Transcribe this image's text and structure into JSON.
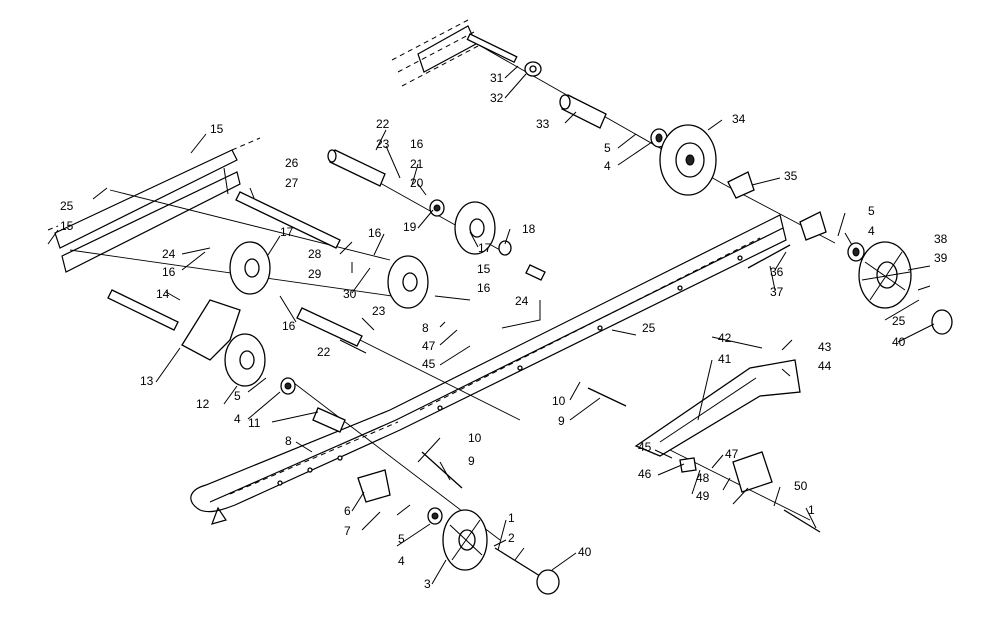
{
  "callouts": [
    {
      "id": "c-31a",
      "label": "31"
    },
    {
      "id": "c-32a",
      "label": "32"
    },
    {
      "id": "c-33",
      "label": "33"
    },
    {
      "id": "c-34",
      "label": "34"
    },
    {
      "id": "c-5a",
      "label": "5"
    },
    {
      "id": "c-4a",
      "label": "4"
    },
    {
      "id": "c-35",
      "label": "35"
    },
    {
      "id": "c-5b",
      "label": "5"
    },
    {
      "id": "c-4b",
      "label": "4"
    },
    {
      "id": "c-38",
      "label": "38"
    },
    {
      "id": "c-39",
      "label": "39"
    },
    {
      "id": "c-36",
      "label": "36"
    },
    {
      "id": "c-37",
      "label": "37"
    },
    {
      "id": "c-25a",
      "label": "25"
    },
    {
      "id": "c-40a",
      "label": "40"
    },
    {
      "id": "c-22a",
      "label": "22"
    },
    {
      "id": "c-23a",
      "label": "23"
    },
    {
      "id": "c-16a",
      "label": "16"
    },
    {
      "id": "c-21",
      "label": "21"
    },
    {
      "id": "c-20",
      "label": "20"
    },
    {
      "id": "c-19",
      "label": "19"
    },
    {
      "id": "c-17a",
      "label": "17"
    },
    {
      "id": "c-18",
      "label": "18"
    },
    {
      "id": "c-15a",
      "label": "15"
    },
    {
      "id": "c-16b",
      "label": "16"
    },
    {
      "id": "c-24a",
      "label": "24"
    },
    {
      "id": "c-25b",
      "label": "25"
    },
    {
      "id": "c-15b",
      "label": "15"
    },
    {
      "id": "c-26",
      "label": "26"
    },
    {
      "id": "c-27",
      "label": "27"
    },
    {
      "id": "c-25c",
      "label": "25"
    },
    {
      "id": "c-15c",
      "label": "15"
    },
    {
      "id": "c-24b",
      "label": "24"
    },
    {
      "id": "c-16c",
      "label": "16"
    },
    {
      "id": "c-17b",
      "label": "17"
    },
    {
      "id": "c-28",
      "label": "28"
    },
    {
      "id": "c-29",
      "label": "29"
    },
    {
      "id": "c-30",
      "label": "30"
    },
    {
      "id": "c-16d",
      "label": "16"
    },
    {
      "id": "c-14",
      "label": "14"
    },
    {
      "id": "c-16e",
      "label": "16"
    },
    {
      "id": "c-23b",
      "label": "23"
    },
    {
      "id": "c-22b",
      "label": "22"
    },
    {
      "id": "c-8a",
      "label": "8"
    },
    {
      "id": "c-47a",
      "label": "47"
    },
    {
      "id": "c-45a",
      "label": "45"
    },
    {
      "id": "c-13",
      "label": "13"
    },
    {
      "id": "c-12",
      "label": "12"
    },
    {
      "id": "c-5c",
      "label": "5"
    },
    {
      "id": "c-4c",
      "label": "4"
    },
    {
      "id": "c-11",
      "label": "11"
    },
    {
      "id": "c-10a",
      "label": "10"
    },
    {
      "id": "c-9a",
      "label": "9"
    },
    {
      "id": "c-42",
      "label": "42"
    },
    {
      "id": "c-41",
      "label": "41"
    },
    {
      "id": "c-43",
      "label": "43"
    },
    {
      "id": "c-44",
      "label": "44"
    },
    {
      "id": "c-8b",
      "label": "8"
    },
    {
      "id": "c-10b",
      "label": "10"
    },
    {
      "id": "c-9b",
      "label": "9"
    },
    {
      "id": "c-6",
      "label": "6"
    },
    {
      "id": "c-7",
      "label": "7"
    },
    {
      "id": "c-5d",
      "label": "5"
    },
    {
      "id": "c-4d",
      "label": "4"
    },
    {
      "id": "c-3",
      "label": "3"
    },
    {
      "id": "c-1a",
      "label": "1"
    },
    {
      "id": "c-2",
      "label": "2"
    },
    {
      "id": "c-40b",
      "label": "40"
    },
    {
      "id": "c-45b",
      "label": "45"
    },
    {
      "id": "c-46",
      "label": "46"
    },
    {
      "id": "c-47b",
      "label": "47"
    },
    {
      "id": "c-48",
      "label": "48"
    },
    {
      "id": "c-49",
      "label": "49"
    },
    {
      "id": "c-50",
      "label": "50"
    },
    {
      "id": "c-1b",
      "label": "1"
    }
  ]
}
